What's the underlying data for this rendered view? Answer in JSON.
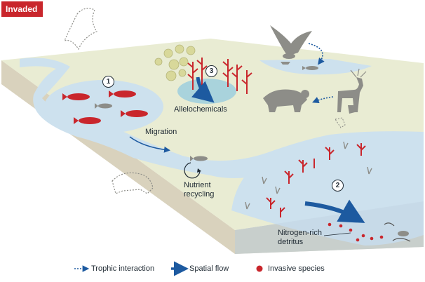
{
  "badge": "Invaded",
  "markers": {
    "m1": "1",
    "m2": "2",
    "m3": "3"
  },
  "labels": {
    "allelochemicals": "Allelochemicals",
    "migration": "Migration",
    "nutrient_recycling": "Nutrient\nrecycling",
    "nitrogen_rich_detritus": "Nitrogen-rich\ndetritus"
  },
  "legend": {
    "trophic": "Trophic interaction",
    "spatial": "Spatial flow",
    "invasive": "Invasive species"
  },
  "colors": {
    "water": "#cde1ee",
    "land_top": "#e9ecd3",
    "soil": "#d9d2bd",
    "invasive": "#c9262c",
    "spatial_flow": "#1d5aa0",
    "animal": "#8d8d88"
  }
}
